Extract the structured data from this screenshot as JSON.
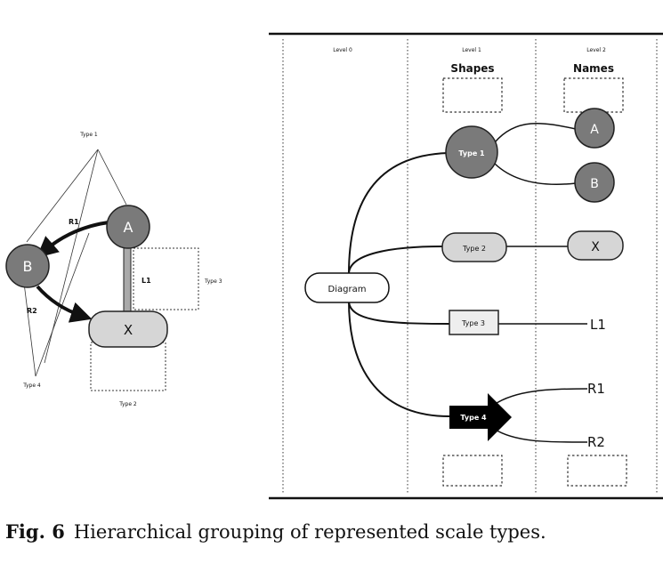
{
  "left_diagram": {
    "nodes": {
      "a": "A",
      "b": "B",
      "x": "X"
    },
    "edge_labels": {
      "r1": "R1",
      "r2": "R2",
      "l1": "L1"
    },
    "type_labels": {
      "type1": "Type 1",
      "type2": "Type 2",
      "type3": "Type 3",
      "type4": "Type 4"
    }
  },
  "right_diagram": {
    "columns": [
      {
        "level": "Level 0",
        "heading": ""
      },
      {
        "level": "Level 1",
        "heading": "Shapes"
      },
      {
        "level": "Level 2",
        "heading": "Names"
      }
    ],
    "root": "Diagram",
    "types": {
      "type1": "Type 1",
      "type2": "Type 2",
      "type3": "Type 3",
      "type4": "Type 4"
    },
    "leaves": {
      "a": "A",
      "b": "B",
      "x": "X",
      "l1": "L1",
      "r1": "R1",
      "r2": "R2"
    }
  },
  "caption": {
    "label": "Fig. 6",
    "text": "Hierarchical grouping of represented scale types."
  },
  "colors": {
    "circle_fill": "#7a7a7a",
    "x_fill": "#d6d6d6",
    "type4_fill": "#000000",
    "line": "#111111"
  }
}
